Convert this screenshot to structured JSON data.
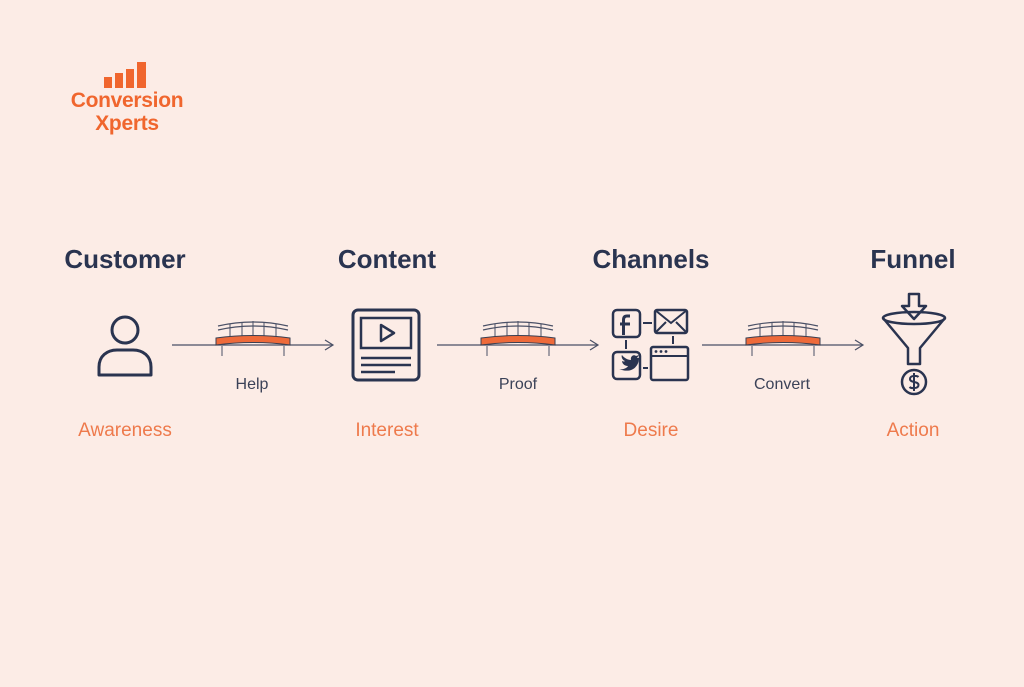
{
  "logo": {
    "line1": "Conversion",
    "line2": "Xperts",
    "accent": "#f0662e"
  },
  "stages": [
    {
      "title": "Customer",
      "subtitle": "Awareness",
      "icon": "user-icon"
    },
    {
      "title": "Content",
      "subtitle": "Interest",
      "icon": "video-content-icon"
    },
    {
      "title": "Channels",
      "subtitle": "Desire",
      "icon": "social-channels-icon"
    },
    {
      "title": "Funnel",
      "subtitle": "Action",
      "icon": "funnel-dollar-icon"
    }
  ],
  "connectors": [
    {
      "label": "Help",
      "icon": "bridge-icon"
    },
    {
      "label": "Proof",
      "icon": "bridge-icon"
    },
    {
      "label": "Convert",
      "icon": "bridge-icon"
    }
  ],
  "colors": {
    "ink": "#2a3450",
    "accent": "#ee6a3a",
    "background": "#fcece6"
  }
}
